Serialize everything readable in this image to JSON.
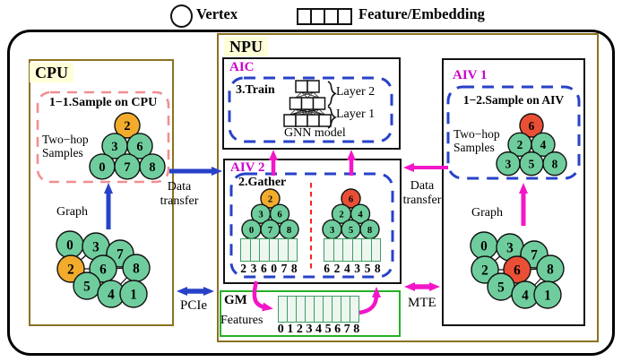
{
  "colors": {
    "green": "#6fcd9d",
    "orange": "#f3ab2c",
    "red": "#e94f35",
    "blue": "#2742c8",
    "magenta": "#f316c8",
    "label_magenta": "#cc00cc",
    "olive": "#8a7320",
    "pink": "#ef8f92",
    "light_yellow": "#ffffd8",
    "cell_fill": "#edf7f0",
    "cell_border": "#3f9e63",
    "gm_border": "#25b025",
    "red_dash": "#ff2020"
  },
  "legend": {
    "vertex": "Vertex",
    "feature": "Feature/Embedding"
  },
  "cpu": {
    "title": "CPU",
    "sample": {
      "title": "1−1.Sample on CPU",
      "hop_label": [
        "Two−hop",
        "Samples"
      ],
      "tree": {
        "rows": [
          [
            "2"
          ],
          [
            "3",
            "6"
          ],
          [
            "0",
            "7",
            "8"
          ]
        ],
        "highlight": {
          "2": "orange"
        }
      }
    },
    "graph_label": "Graph",
    "graph": {
      "nodes": [
        "0",
        "3",
        "7",
        "2",
        "6",
        "8",
        "5",
        "4",
        "1"
      ],
      "highlight": {
        "2": "orange"
      },
      "edges": [
        [
          "0",
          "3"
        ],
        [
          "3",
          "7"
        ],
        [
          "2",
          "3"
        ],
        [
          "2",
          "6"
        ],
        [
          "6",
          "7"
        ],
        [
          "7",
          "8"
        ],
        [
          "6",
          "8"
        ],
        [
          "2",
          "5"
        ],
        [
          "5",
          "4"
        ],
        [
          "4",
          "6"
        ],
        [
          "4",
          "8"
        ],
        [
          "8",
          "1"
        ]
      ]
    }
  },
  "npu": {
    "title": "NPU",
    "aic": {
      "title": "AIC",
      "train": "3.Train",
      "layer2": "Layer 2",
      "layer1": "Layer 1",
      "gnn": "GNN model"
    },
    "aiv2": {
      "title": "AIV 2",
      "gather": "2.Gather",
      "left": {
        "tree": {
          "rows": [
            [
              "2"
            ],
            [
              "3",
              "6"
            ],
            [
              "0",
              "7",
              "8"
            ]
          ],
          "highlight": {
            "2": "orange"
          }
        },
        "indices": [
          "2",
          "3",
          "6",
          "0",
          "7",
          "8"
        ]
      },
      "right": {
        "tree": {
          "rows": [
            [
              "6"
            ],
            [
              "2",
              "4"
            ],
            [
              "3",
              "5",
              "8"
            ]
          ],
          "highlight": {
            "6": "red"
          }
        },
        "indices": [
          "6",
          "2",
          "4",
          "3",
          "5",
          "8"
        ]
      }
    },
    "gm": {
      "title": "GM",
      "features": "Features",
      "indices": [
        "0",
        "1",
        "2",
        "3",
        "4",
        "5",
        "6",
        "7",
        "8"
      ]
    },
    "aiv1": {
      "title": "AIV 1",
      "sample": {
        "title": "1−2.Sample on AIV",
        "hop_label": [
          "Two−hop",
          "Samples"
        ],
        "tree": {
          "rows": [
            [
              "6"
            ],
            [
              "2",
              "4"
            ],
            [
              "3",
              "5",
              "8"
            ]
          ],
          "highlight": {
            "6": "red"
          }
        }
      },
      "graph_label": "Graph",
      "graph": {
        "nodes": [
          "0",
          "3",
          "7",
          "2",
          "6",
          "8",
          "5",
          "4",
          "1"
        ],
        "highlight": {
          "6": "red"
        },
        "edges": [
          [
            "0",
            "3"
          ],
          [
            "3",
            "7"
          ],
          [
            "2",
            "3"
          ],
          [
            "2",
            "6"
          ],
          [
            "6",
            "7"
          ],
          [
            "7",
            "8"
          ],
          [
            "6",
            "8"
          ],
          [
            "2",
            "5"
          ],
          [
            "5",
            "4"
          ],
          [
            "4",
            "6"
          ],
          [
            "4",
            "8"
          ],
          [
            "8",
            "1"
          ]
        ]
      }
    }
  },
  "connections": {
    "data_transfer_left": [
      "Data",
      "transfer"
    ],
    "pcie": "PCIe",
    "data_transfer_right": [
      "Data",
      "transfer"
    ],
    "mte": "MTE"
  }
}
